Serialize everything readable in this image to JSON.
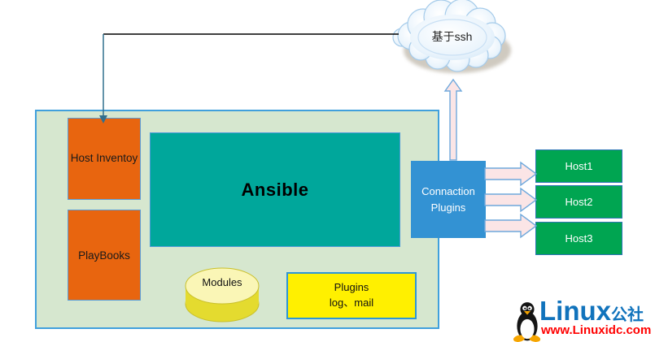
{
  "cloud": {
    "label": "基于ssh"
  },
  "control_node": {
    "host_inventory_label": "Host Inventoy",
    "playbooks_label": "PlayBooks",
    "ansible_label": "Ansible",
    "modules_label": "Modules",
    "plugins_label_line1": "Plugins",
    "plugins_label_line2": "log、mail"
  },
  "connection_plugins": {
    "line1": "Connaction",
    "line2": "Plugins"
  },
  "hosts": [
    "Host1",
    "Host2",
    "Host3"
  ],
  "watermark": {
    "brand": "Linux",
    "brand_suffix": "公社",
    "url": "www.Linuxidc.com"
  },
  "colors": {
    "container_fill": "#D6E7CF",
    "container_border": "#41A0DC",
    "orange_fill": "#E8650F",
    "teal_fill": "#00A79B",
    "yellow_fill": "#FFF000",
    "cylinder_body": "#E4DB2F",
    "cylinder_top": "#FAF6B6",
    "connection_blue_fill": "#3392D3",
    "host_green_fill": "#00A551",
    "pink_arrow_fill": "#FBE5E6",
    "pink_arrow_border": "#6FA8DC",
    "brand_blue": "#1173BC",
    "url_red": "#FF0000"
  }
}
